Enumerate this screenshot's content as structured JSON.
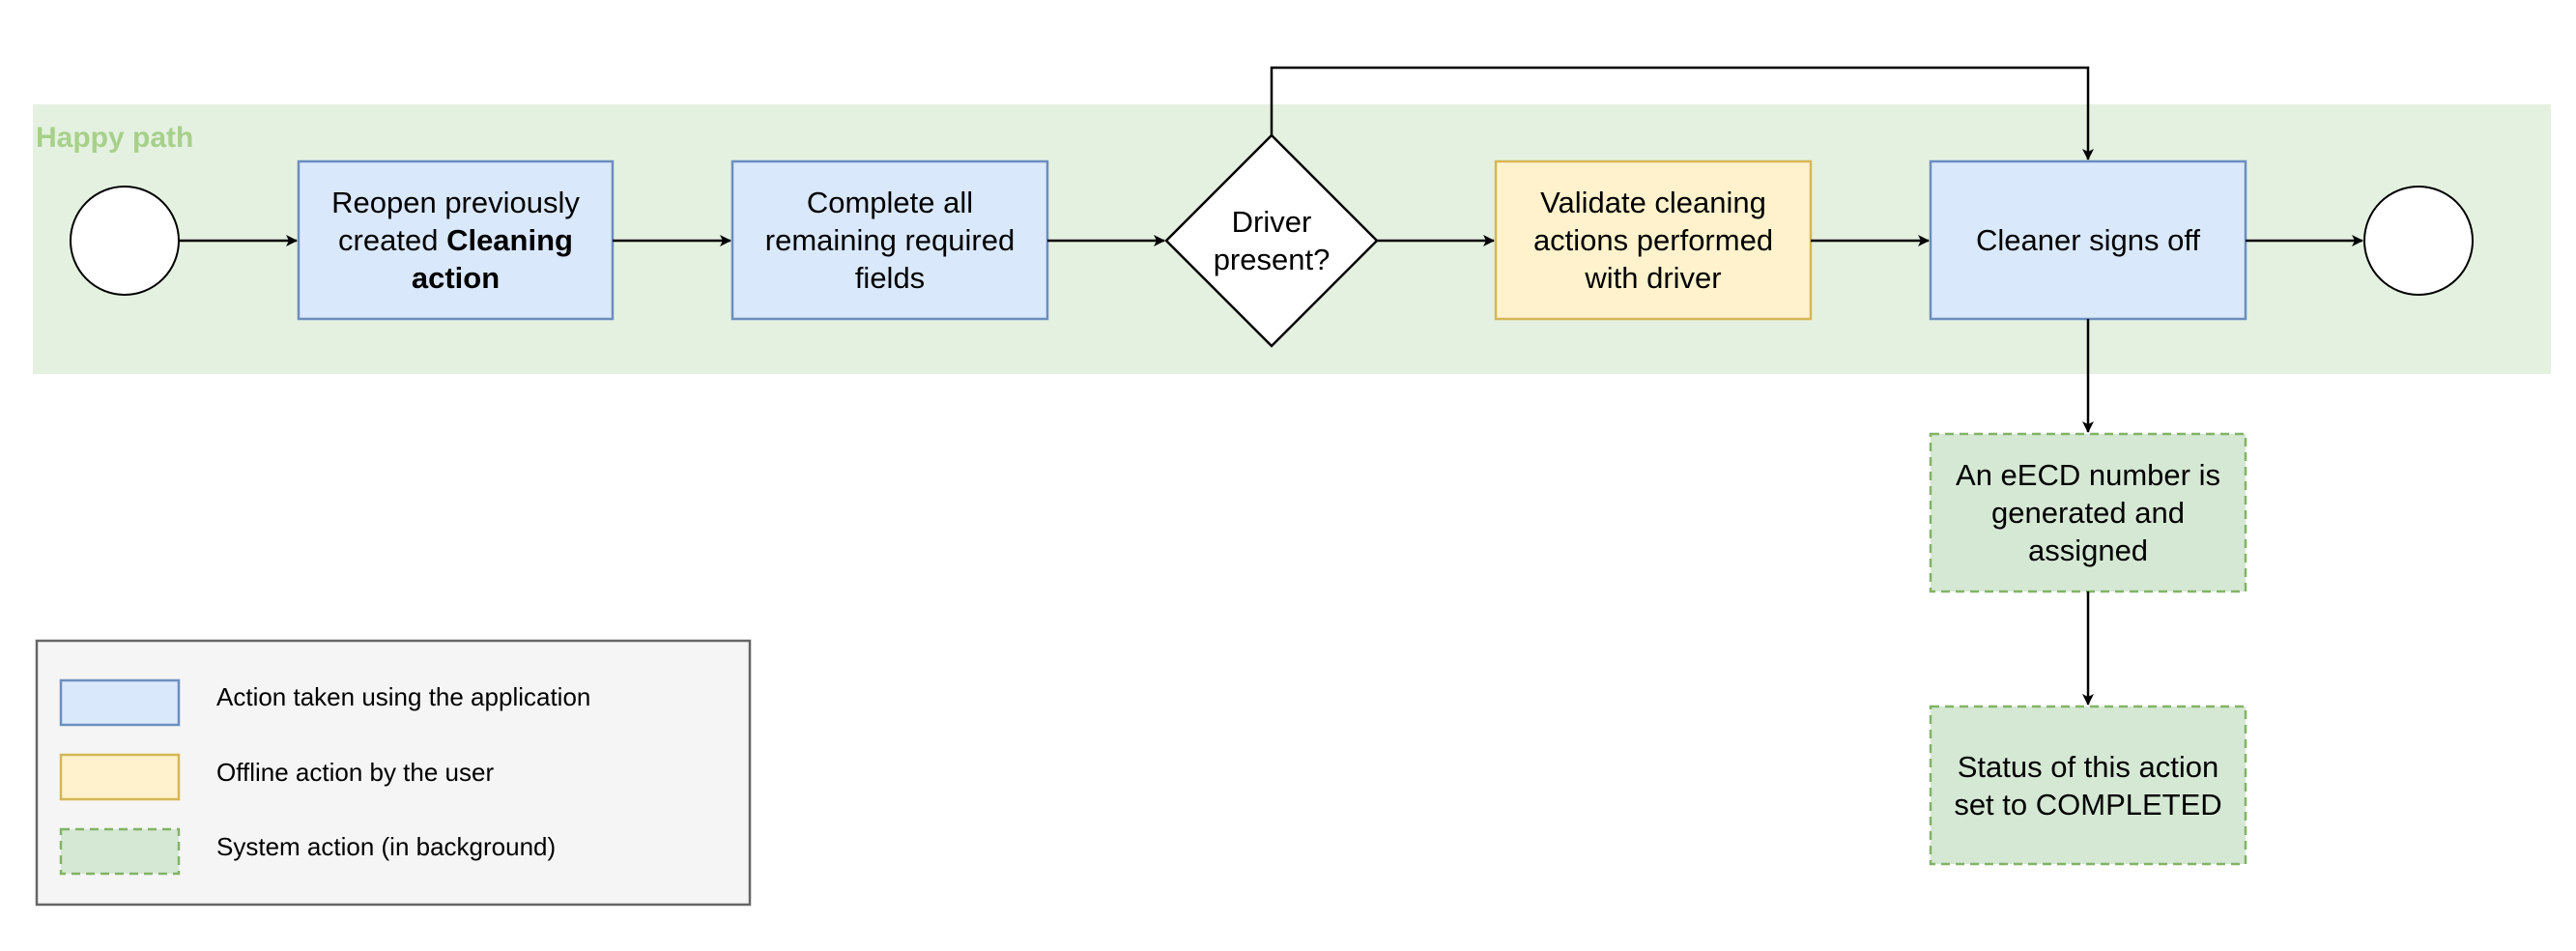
{
  "lane": {
    "title": "Happy path"
  },
  "nodes": {
    "reopen": {
      "text_prefix": "Reopen previously created",
      "text_bold": "Cleaning action"
    },
    "complete": {
      "text": "Complete all remaining required fields"
    },
    "decision": {
      "text": "Driver present?"
    },
    "validate": {
      "text": "Validate cleaning actions performed with driver"
    },
    "signoff": {
      "text": "Cleaner signs off"
    },
    "eecd": {
      "text": "An eECD number is generated and assigned"
    },
    "status": {
      "text": "Status of this action set to COMPLETED"
    }
  },
  "legend": {
    "items": [
      {
        "label": "Action taken using the application"
      },
      {
        "label": "Offline action by the user"
      },
      {
        "label": "System action (in background)"
      }
    ]
  },
  "colors": {
    "lane_fill": "#e4f1e0",
    "lane_title": "#a7d08b",
    "app_fill": "#dae8fc",
    "app_stroke": "#6c8ebf",
    "offline_fill": "#fff2cc",
    "offline_stroke": "#d6b656",
    "system_fill": "#d5e8d4",
    "system_stroke": "#82b366",
    "legend_fill": "#f5f5f5",
    "legend_stroke": "#666666",
    "line": "#000000"
  }
}
